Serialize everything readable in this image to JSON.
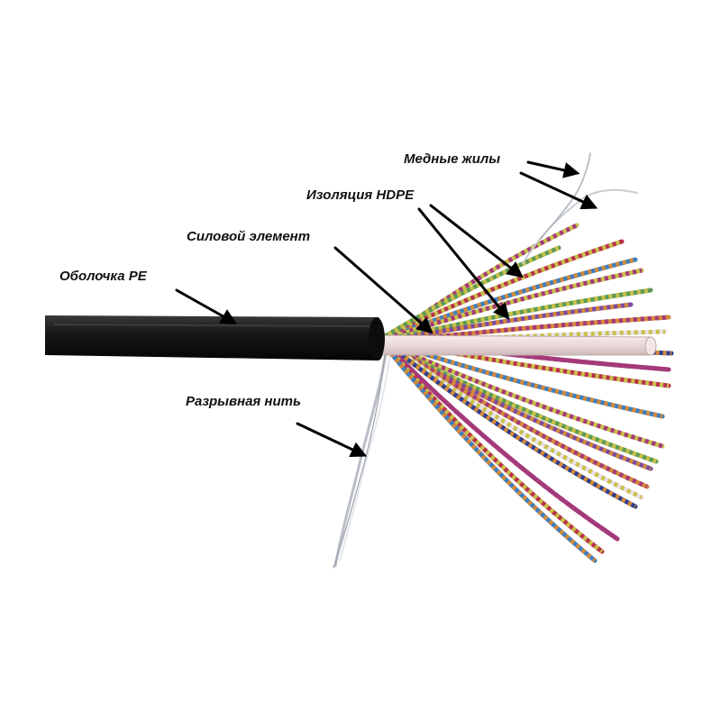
{
  "labels": {
    "copper_wires": "Медные жилы",
    "insulation": "Изоляция HDPE",
    "strength_member": "Силовой элемент",
    "sheath": "Оболочка PE",
    "rip_cord": "Разрывная нить"
  },
  "colors": {
    "jacket": "#111111",
    "strength_member": "#efe2e2",
    "rip_cord": "#d8dce2",
    "arrow": "#000000",
    "wire_palette": [
      "#b8324a",
      "#3d7fc0",
      "#c9c04a",
      "#5b9a54",
      "#7a4aa0",
      "#d38a3a",
      "#e8e0ea",
      "#2f3f8f",
      "#a43a7a"
    ]
  }
}
